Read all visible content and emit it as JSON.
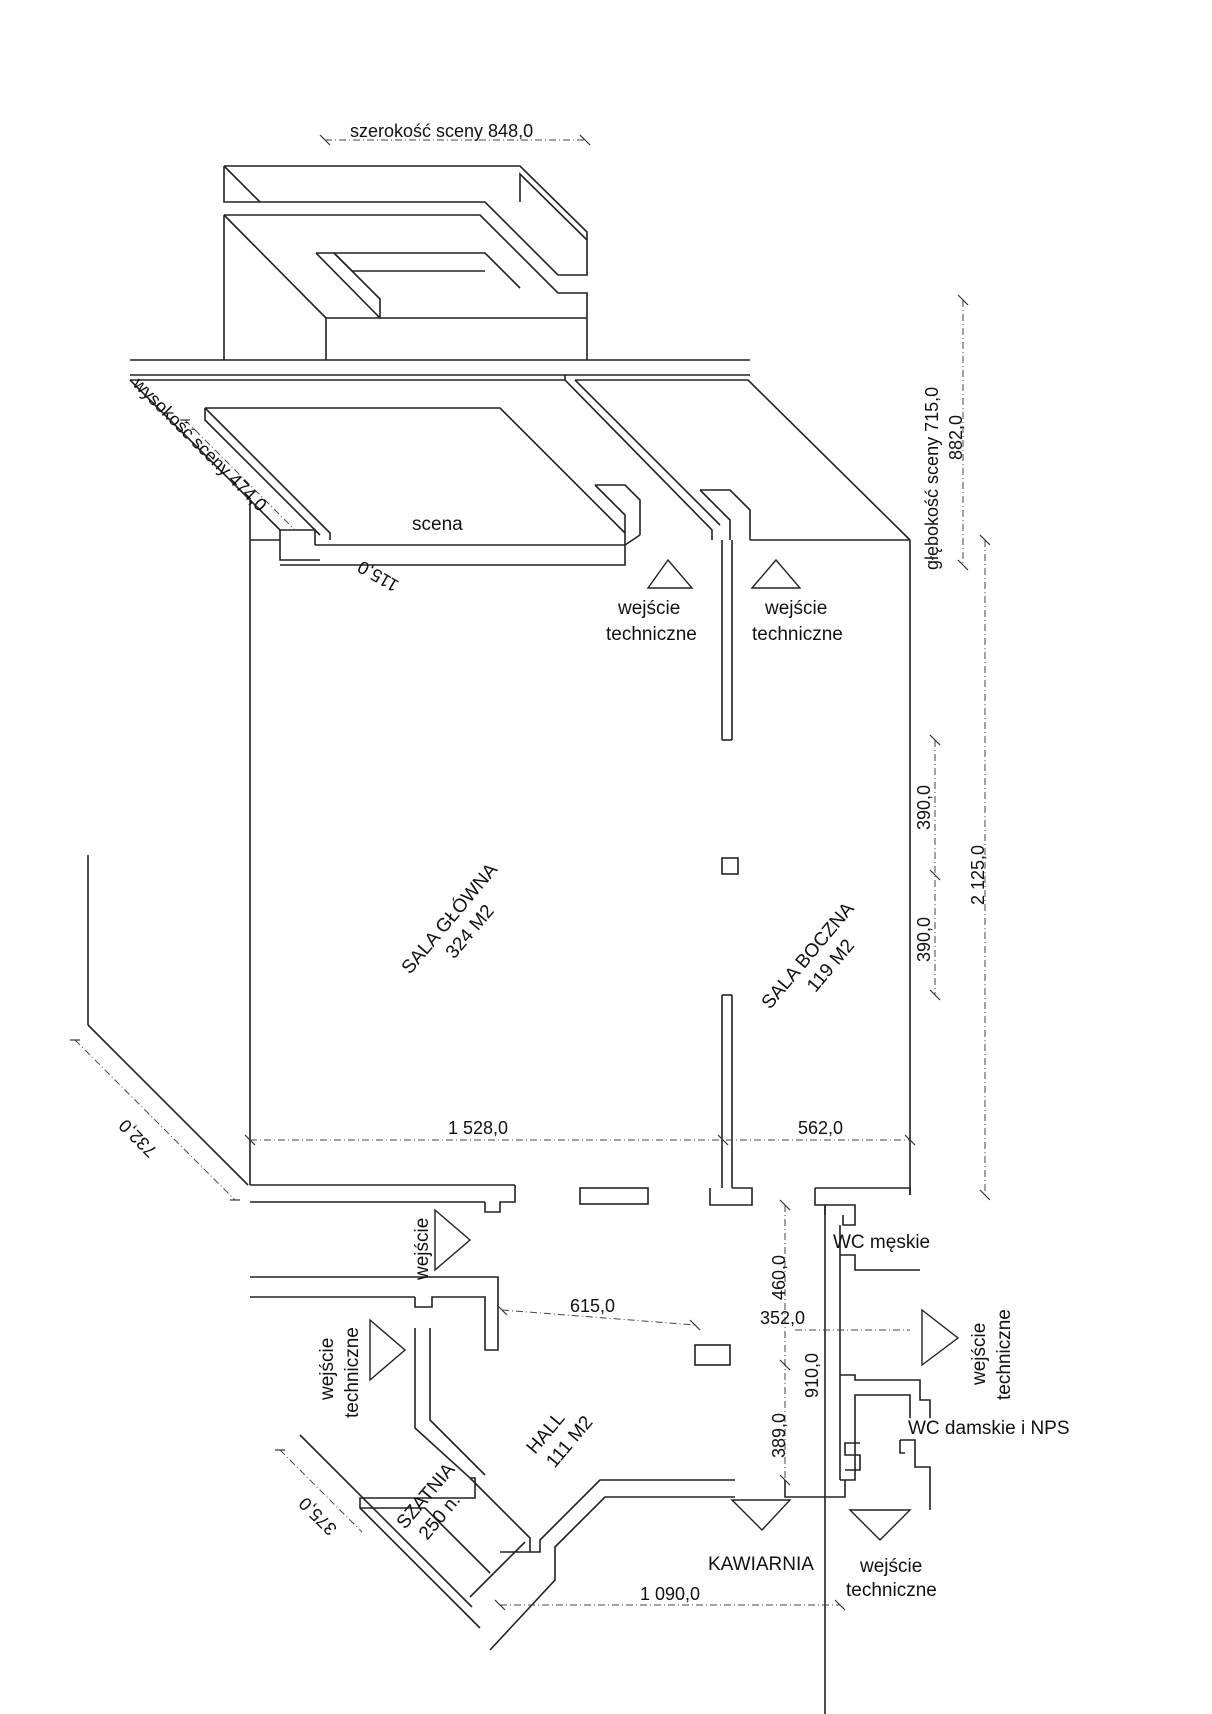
{
  "dimensions": {
    "stage_width": "szerokość sceny 848,0",
    "stage_height": "wysokość sceny 474,0",
    "stage_depth": "głębokość sceny 715,0",
    "d882": "882,0",
    "d115": "115,0",
    "d390a": "390,0",
    "d390b": "390,0",
    "d2125": "2 125,0",
    "d732": "732,0",
    "d1528": "1 528,0",
    "d562": "562,0",
    "d615": "615,0",
    "d460": "460,0",
    "d352": "352,0",
    "d910": "910,0",
    "d389": "389,0",
    "d375": "375,0",
    "d1090": "1 090,0"
  },
  "rooms": {
    "stage": "scena",
    "main_hall_name": "SALA GŁÓWNA",
    "main_hall_area": "324 M2",
    "side_hall_name": "SALA BOCZNA",
    "side_hall_area": "119 M2",
    "hall_name": "HALL",
    "hall_area": "111 M2",
    "cloakroom_name": "SZATNIA",
    "cloakroom_capacity": "250 n.",
    "wc_men": "WC męskie",
    "wc_women": "WC damskie i NPS",
    "cafe": "KAWIARNIA"
  },
  "entrances": {
    "tech_word1": "wejście",
    "tech_word2": "techniczne",
    "main": "wejście"
  },
  "icons": {
    "entrance_marker": "triangle-arrow-icon"
  }
}
